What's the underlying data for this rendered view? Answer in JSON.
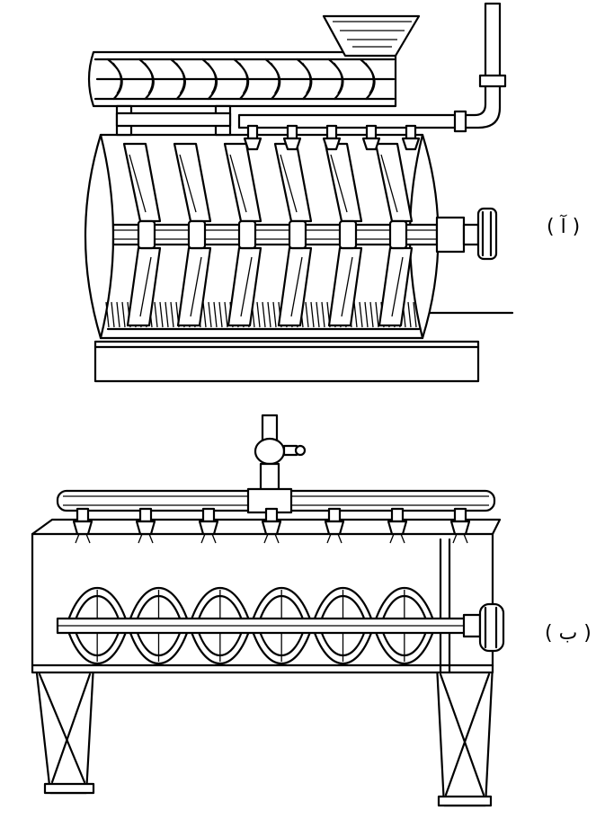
{
  "labels": {
    "top": "( آ )",
    "bottom": "( ب )"
  },
  "colors": {
    "ink": "#000000",
    "paper": "#ffffff"
  },
  "figures": [
    {
      "id": "a",
      "screw_flights": 9,
      "paddle_pairs": 6,
      "spray_nozzles": 5
    },
    {
      "id": "b",
      "ribbon_turns": 6,
      "spray_nozzles": 7
    }
  ]
}
